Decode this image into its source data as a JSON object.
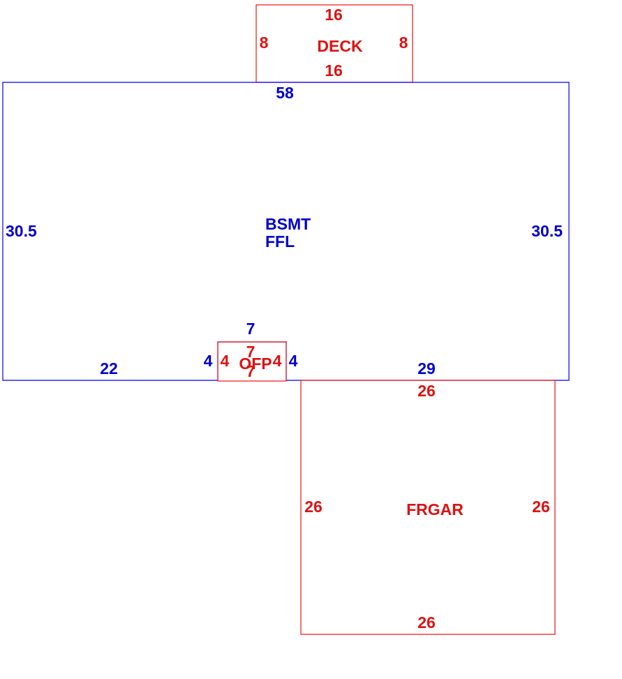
{
  "colors": {
    "main": "#0000cc",
    "secondary": "#dd1111"
  },
  "deck": {
    "name": "DECK",
    "top": "16",
    "bottom": "16",
    "left": "8",
    "right": "8"
  },
  "bsmt": {
    "name_line1": "BSMT",
    "name_line2": "FFL",
    "top": "58",
    "left": "30.5",
    "right": "30.5",
    "bottom_left": "22",
    "bottom_right": "29",
    "notch_top": "7",
    "notch_left": "4",
    "notch_right": "4"
  },
  "ofp": {
    "name": "OFP",
    "top": "7",
    "bottom": "7",
    "left": "4",
    "right": "4"
  },
  "frgar": {
    "name": "FRGAR",
    "top": "26",
    "bottom": "26",
    "left": "26",
    "right": "26"
  }
}
